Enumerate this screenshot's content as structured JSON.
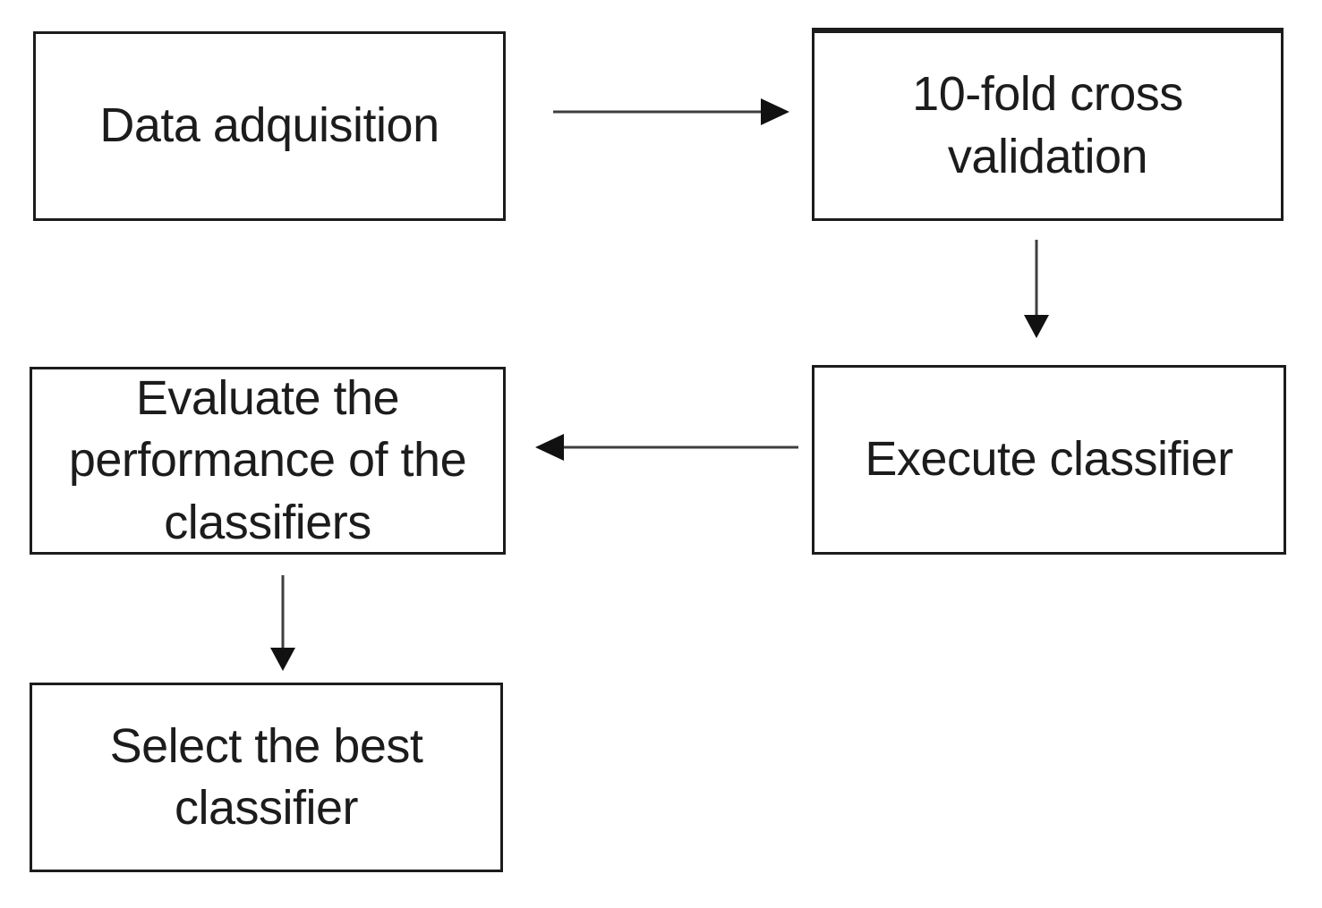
{
  "diagram": {
    "type": "flowchart",
    "background": "#ffffff",
    "nodes": [
      {
        "id": "data-acquisition",
        "label": "Data adquisition"
      },
      {
        "id": "ten-fold-cross-validation",
        "label": "10-fold cross\nvalidation"
      },
      {
        "id": "evaluate-performance",
        "label": "Evaluate the\nperformance of the\nclassifiers"
      },
      {
        "id": "execute-classifier",
        "label": "Execute classifier"
      },
      {
        "id": "select-best-classifier",
        "label": "Select the best\nclassifier"
      }
    ],
    "edges": [
      {
        "from": "data-acquisition",
        "to": "ten-fold-cross-validation",
        "direction": "right"
      },
      {
        "from": "ten-fold-cross-validation",
        "to": "execute-classifier",
        "direction": "down"
      },
      {
        "from": "execute-classifier",
        "to": "evaluate-performance",
        "direction": "left"
      },
      {
        "from": "evaluate-performance",
        "to": "select-best-classifier",
        "direction": "down"
      }
    ],
    "colors": {
      "box_border": "#1c1c1c",
      "text": "#1c1c1c",
      "arrow_line": "#3f3f3f",
      "arrow_head": "#111111"
    }
  }
}
